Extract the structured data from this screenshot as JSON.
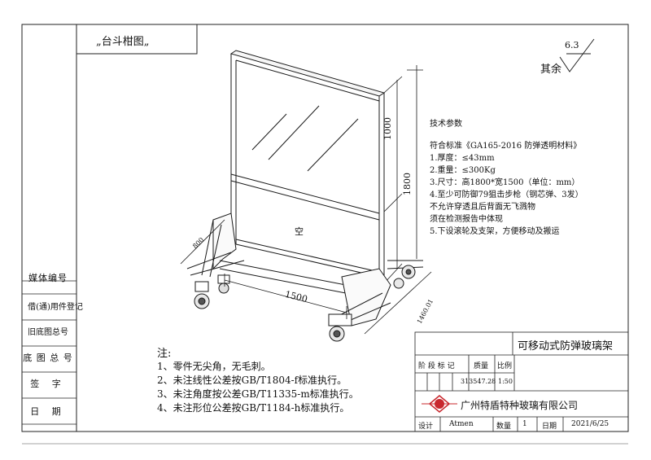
{
  "stamp_title": "„台斗柑图„",
  "surface_finish": {
    "label": "其余",
    "value": "6.3"
  },
  "tech_params": {
    "heading": "技术参数",
    "items": [
      "符合标准《GA165-2016 防弹透明材料》",
      "1.厚度：≤43mm",
      "2.重量：≤300Kg",
      "3.尺寸：高1800*宽1500（单位：mm）",
      "4.至少可防御79狙击步枪（钢芯弹、3发）",
      "不允许穿透且后背面无飞溅物",
      "须在检测报告中体现",
      "5.下设滚轮及支架，方便移动及搬运"
    ]
  },
  "dimensions": {
    "height_total": "1800",
    "height_glass": "1000",
    "width": "1500",
    "depth": "800",
    "depth_diag": "1460.01"
  },
  "panel_label": "空",
  "side_labels": [
    "媒体编号",
    "借(通)用件登记",
    "旧底图总号",
    "底 图 总 号",
    "签 字",
    "日 期"
  ],
  "notes": {
    "heading": "注:",
    "items": [
      "1、零件无尖角，无毛刺。",
      "2、未注线性公差按GB/T1804-f标准执行。",
      "3、未注角度按公差GB/T11335-m标准执行。",
      "4、未注形位公差按GB/T1184-h标准执行。"
    ]
  },
  "title_block": {
    "product_name": "可移动式防弹玻璃架",
    "headers": [
      "阶 段 标 记",
      "质量",
      "比例"
    ],
    "weight": "313547.28",
    "scale": "1:50",
    "company": "广州特盾特种玻璃有限公司",
    "design_label": "设计",
    "designer": "Atmen",
    "qty_label": "数量",
    "qty": "1",
    "date_label": "日期",
    "date": "2021/6/25"
  },
  "colors": {
    "line": "#1a1a1a",
    "logo": "#c8282e"
  }
}
